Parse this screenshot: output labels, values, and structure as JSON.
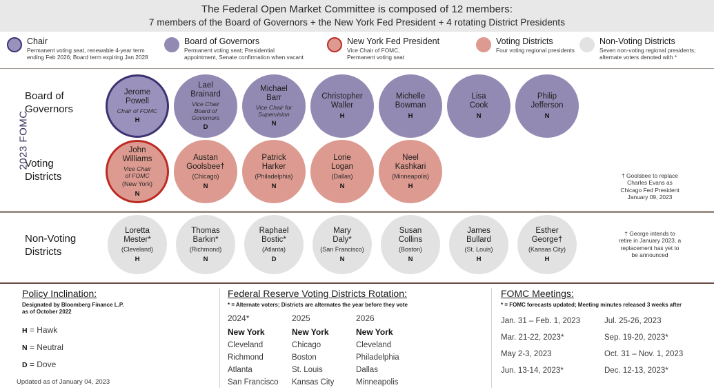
{
  "header": {
    "line1": "The Federal Open Market Committee is composed of 12 members:",
    "line2": "7 members of the Board of Governors + the New York Fed President + 4 rotating District Presidents"
  },
  "legend": [
    {
      "title": "Chair",
      "sub": "Permanent voting seat, renewable 4-year term\nending Feb 2026; Board term expiring Jan 2028",
      "fill": "#9a92bd",
      "stroke": "#3b3270"
    },
    {
      "title": "Board of Governors",
      "sub": "Permanent voting seat; Presidential\nappointment, Senate confirmation when vacant",
      "fill": "#938ab4",
      "stroke": "#938ab4"
    },
    {
      "title": "New York Fed President",
      "sub": "Vice Chair of FOMC,\nPermanent voting seat",
      "fill": "#dd9a90",
      "stroke": "#bc2a22"
    },
    {
      "title": "Voting Districts",
      "sub": "Four voting regional presidents",
      "fill": "#dd9a90",
      "stroke": "#dd9a90"
    },
    {
      "title": "Non-Voting Districts",
      "sub": "Seven non-voting regional presidents;\nalternate voters denoted with *",
      "fill": "#e2e2e2",
      "stroke": "#e2e2e2"
    }
  ],
  "side_label": "2023 FOMC",
  "rows": [
    {
      "label": "Board of\nGovernors",
      "members": [
        {
          "name": "Jerome\nPowell",
          "role": "Chair of FOMC",
          "district": "",
          "lean": "H",
          "style": "bog-chair"
        },
        {
          "name": "Lael\nBrainard",
          "role": "Vice Chair\nBoard of\nGovernors",
          "district": "",
          "lean": "D",
          "style": "bog"
        },
        {
          "name": "Michael\nBarr",
          "role": "Vice Chair for\nSupervision",
          "district": "",
          "lean": "N",
          "style": "bog"
        },
        {
          "name": "Christopher\nWaller",
          "role": "",
          "district": "",
          "lean": "H",
          "style": "bog"
        },
        {
          "name": "Michelle\nBowman",
          "role": "",
          "district": "",
          "lean": "H",
          "style": "bog"
        },
        {
          "name": "Lisa\nCook",
          "role": "",
          "district": "",
          "lean": "N",
          "style": "bog"
        },
        {
          "name": "Philip\nJefferson",
          "role": "",
          "district": "",
          "lean": "N",
          "style": "bog"
        }
      ],
      "note": ""
    },
    {
      "label": "Voting\nDistricts",
      "members": [
        {
          "name": "John\nWilliams",
          "role": "Vice Chair\nof FOMC",
          "district": "(New York)",
          "lean": "N",
          "style": "vote-ny"
        },
        {
          "name": "Austan\nGoolsbee†",
          "role": "",
          "district": "(Chicago)",
          "lean": "N",
          "style": "vote"
        },
        {
          "name": "Patrick\nHarker",
          "role": "",
          "district": "(Philadelphia)",
          "lean": "N",
          "style": "vote"
        },
        {
          "name": "Lorie\nLogan",
          "role": "",
          "district": "(Dallas)",
          "lean": "N",
          "style": "vote"
        },
        {
          "name": "Neel\nKashkari",
          "role": "",
          "district": "(Minneapolis)",
          "lean": "H",
          "style": "vote"
        }
      ],
      "note": "† Goolsbee to replace\nCharles Evans as\nChicago Fed President\nJanuary 09, 2023"
    },
    {
      "label": "Non-Voting\nDistricts",
      "members": [
        {
          "name": "Loretta\nMester*",
          "role": "",
          "district": "(Cleveland)",
          "lean": "H",
          "style": "nonvote"
        },
        {
          "name": "Thomas\nBarkin*",
          "role": "",
          "district": "(Richmond)",
          "lean": "N",
          "style": "nonvote"
        },
        {
          "name": "Raphael\nBostic*",
          "role": "",
          "district": "(Atlanta)",
          "lean": "D",
          "style": "nonvote"
        },
        {
          "name": "Mary\nDaly*",
          "role": "",
          "district": "(San Francisco)",
          "lean": "N",
          "style": "nonvote"
        },
        {
          "name": "Susan\nCollins",
          "role": "",
          "district": "(Boston)",
          "lean": "N",
          "style": "nonvote"
        },
        {
          "name": "James\nBullard",
          "role": "",
          "district": "(St. Louis)",
          "lean": "H",
          "style": "nonvote"
        },
        {
          "name": "Esther\nGeorge†",
          "role": "",
          "district": "(Kansas City)",
          "lean": "H",
          "style": "nonvote"
        }
      ],
      "note": "† George intends to\nretire in January 2023, a\nreplacement has yet to\nbe announced"
    }
  ],
  "policy": {
    "title": "Policy Inclination:",
    "sub": "Designated by Bloomberg Finance L.P.\nas of October 2022",
    "items": [
      {
        "code": "H",
        "label": "= Hawk"
      },
      {
        "code": "N",
        "label": "= Neutral"
      },
      {
        "code": "D",
        "label": "= Dove"
      }
    ]
  },
  "rotation": {
    "title": "Federal Reserve Voting Districts Rotation:",
    "sub": "* = Alternate voters; Districts are alternates the year before they vote",
    "columns": [
      {
        "year": "2024*",
        "cities": [
          "New York",
          "Cleveland",
          "Richmond",
          "Atlanta",
          "San Francisco"
        ]
      },
      {
        "year": "2025",
        "cities": [
          "New York",
          "Chicago",
          "Boston",
          "St. Louis",
          "Kansas City"
        ]
      },
      {
        "year": "2026",
        "cities": [
          "New York",
          "Cleveland",
          "Philadelphia",
          "Dallas",
          "Minneapolis"
        ]
      }
    ]
  },
  "meetings": {
    "title": "FOMC Meetings:",
    "sub": "* = FOMC forecasts updated; Meeting minutes released 3 weeks after",
    "left": [
      "Jan. 31 – Feb. 1, 2023",
      "Mar. 21-22, 2023*",
      "May 2-3, 2023",
      "Jun. 13-14, 2023*"
    ],
    "right": [
      "Jul. 25-26, 2023",
      "Sep. 19-20, 2023*",
      "Oct. 31 – Nov. 1, 2023",
      "Dec. 12-13, 2023*"
    ]
  },
  "updated": "Updated as of January 04, 2023"
}
